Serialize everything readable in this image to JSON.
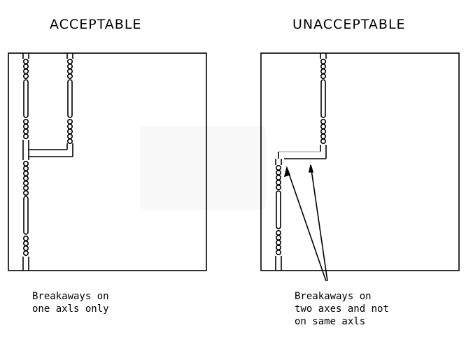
{
  "panels": {
    "left": {
      "title": "ACCEPTABLE",
      "caption_lines": [
        "Breakaways on",
        "one axls only"
      ]
    },
    "right": {
      "title": "UNACCEPTABLE",
      "caption_lines": [
        "Breakaways on",
        "two axes and not",
        "on same axls"
      ]
    }
  },
  "colors": {
    "line": "#000000",
    "background": "#ffffff"
  }
}
